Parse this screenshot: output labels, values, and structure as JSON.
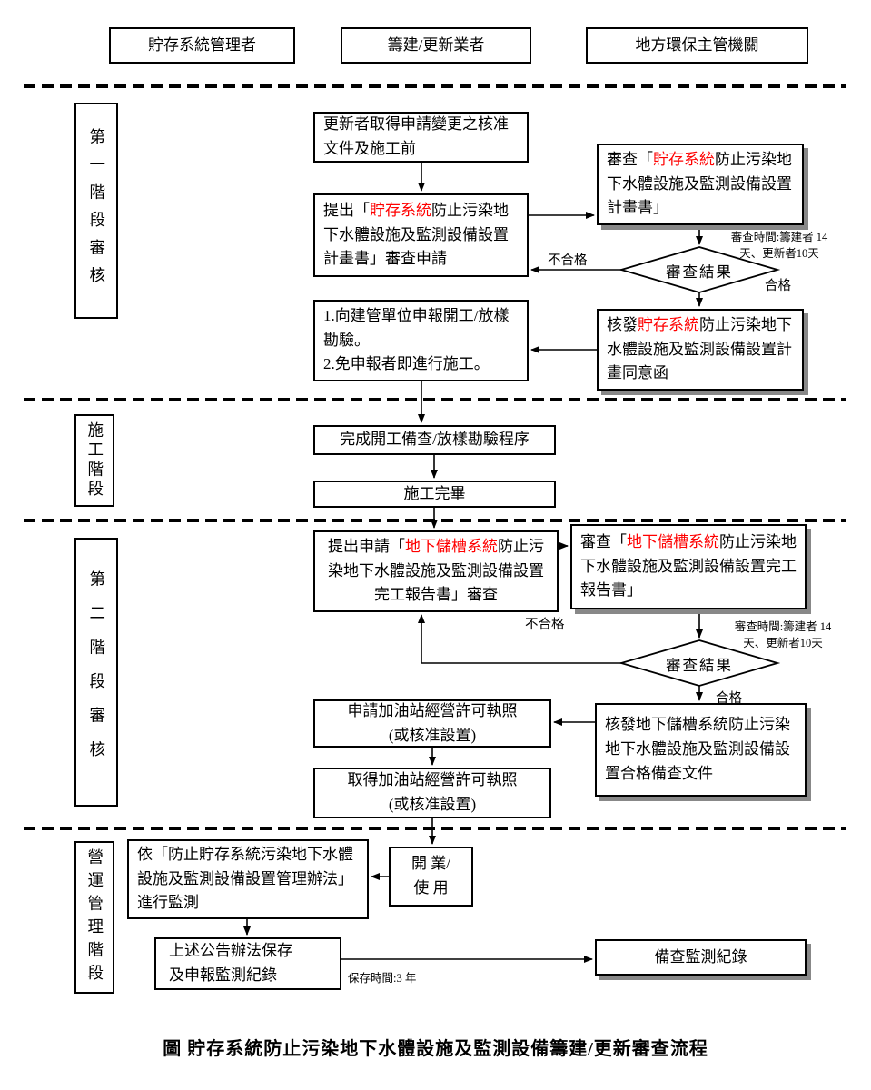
{
  "header": {
    "col1": "貯存系統管理者",
    "col2": "籌建/更新業者",
    "col3": "地方環保主管機關"
  },
  "phase_labels": {
    "p1": "第一階段審核",
    "construction": "施工階段",
    "p2": "第二階段審核",
    "operation": "營運管理階段"
  },
  "p1": {
    "pre_construction": "更新者取得申請變更之核准文件及施工前",
    "submit": {
      "pre": "提出「",
      "red": "貯存系統",
      "post": "防止污染地下水體設施及監測設備設置計畫書」審查申請"
    },
    "review": {
      "pre": "審查「",
      "red": "貯存系統",
      "post": "防止污染地下水體設施及監測設備設置計畫書」"
    },
    "review_time_note": "審查時間:籌建者 14\n天、更新者10天",
    "decision": "審查結果",
    "fail": "不合格",
    "pass": "合格",
    "issue": {
      "pre": "核發",
      "red": "貯存系統",
      "post": "防止污染地下水體設施及監測設備設置計畫同意函"
    },
    "start_work": "1.向建管單位申報開工/放樣勘驗。\n2.免申報者即進行施工。"
  },
  "construction": {
    "complete_check": "完成開工備查/放樣勘驗程序",
    "finished": "施工完畢"
  },
  "p2": {
    "submit": {
      "pre": "提出申請「",
      "red": "地下儲槽系統",
      "post": "防止污染地下水體設施及監測設備設置完工報告書」審查"
    },
    "review": {
      "pre": "審查「",
      "red": "地下儲槽系統",
      "post": "防止污染地下水體設施及監測設備設置完工報告書」"
    },
    "review_time_note": "審查時間:籌建者 14\n天、更新者10天",
    "fail": "不合格",
    "decision": "審查結果",
    "pass": "合格",
    "apply_license": "申請加油站經營許可執照\n(或核准設置)",
    "issue": "核發地下儲槽系統防止污染地下水體設施及監測設備設置合格備查文件",
    "obtain_license": "取得加油站經營許可執照\n(或核准設置)"
  },
  "operation": {
    "monitor": "依「防止貯存系統污染地下水體設施及監測設備設置管理辦法」進行監測",
    "open": "開 業/\n使 用",
    "keep_records": "上述公告辦法保存\n及申報監測紀錄",
    "retention_note": "保存時間:3 年",
    "record_filing": "備查監測紀錄"
  },
  "caption": "圖 貯存系統防止污染地下水體設施及監測設備籌建/更新審查流程",
  "colors": {
    "highlight": "#ff0000",
    "shadow": "#888888",
    "line": "#000000"
  }
}
